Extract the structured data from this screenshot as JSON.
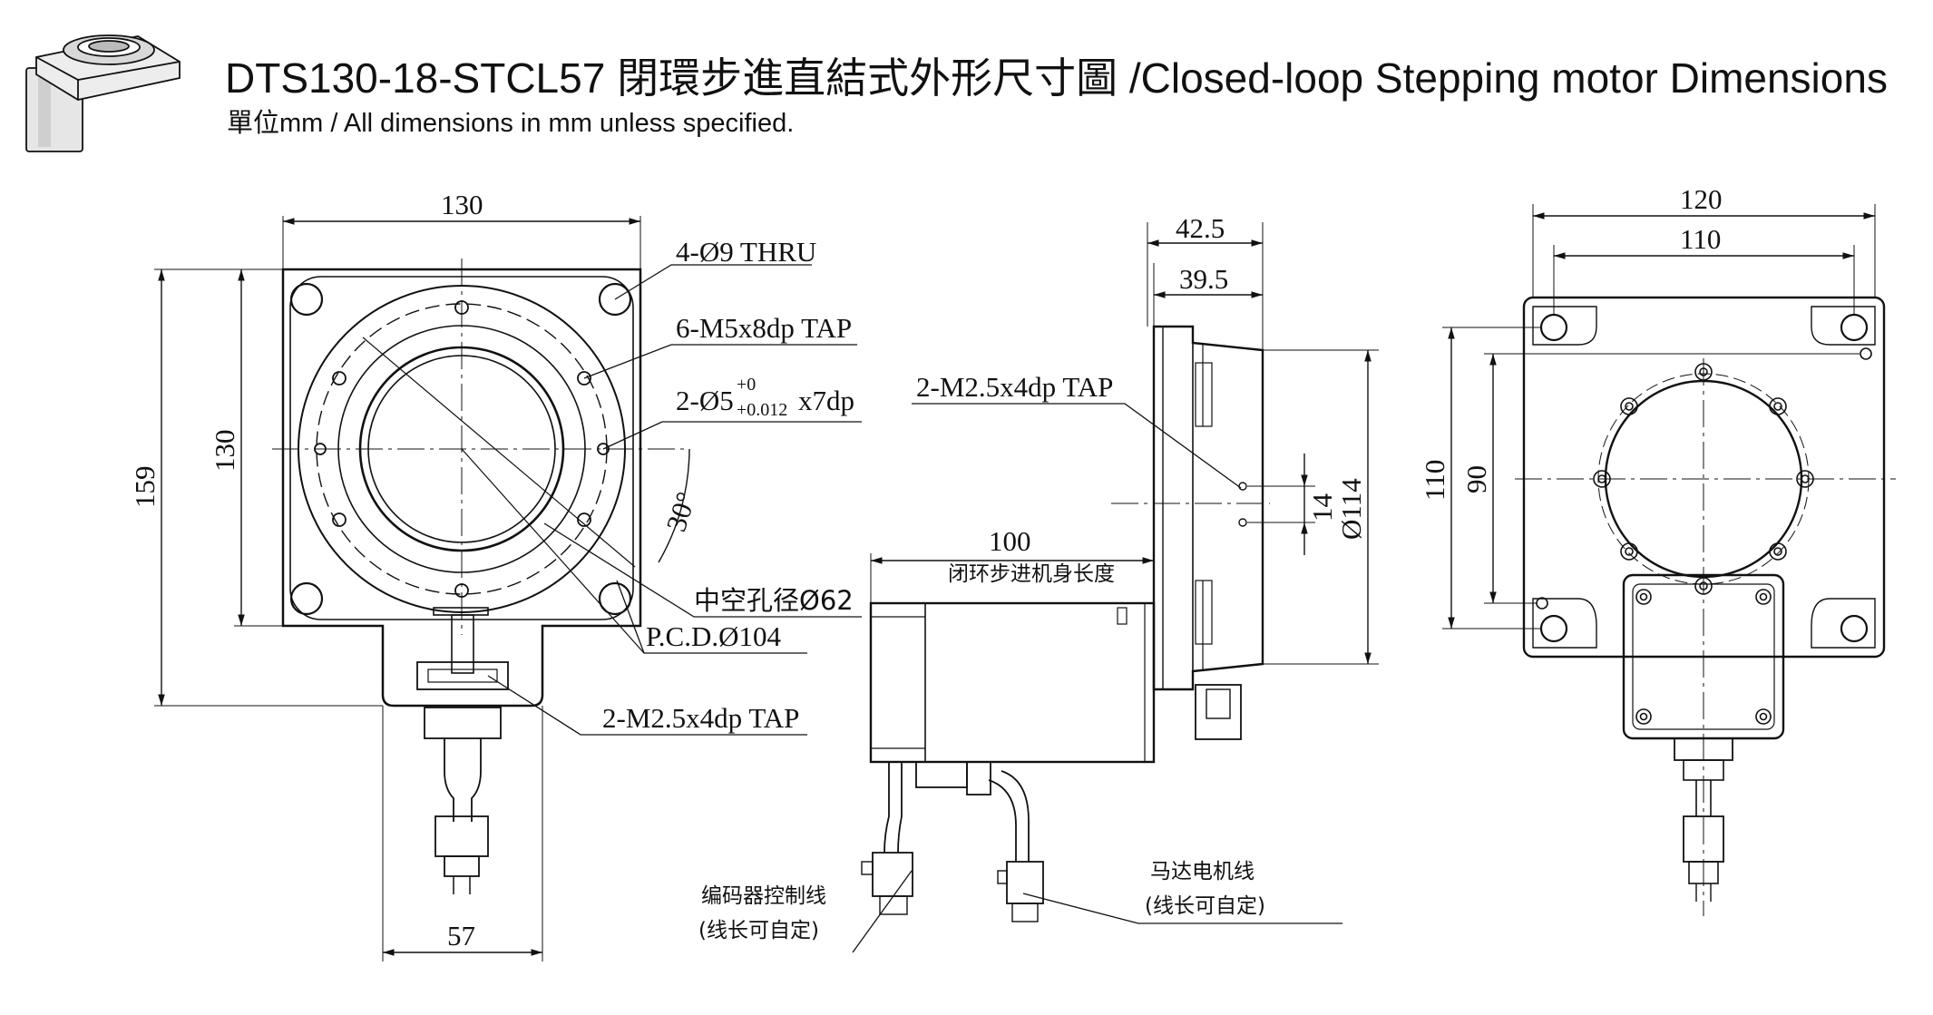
{
  "title": "DTS130-18-STCL57 閉環步進直結式外形尺寸圖  /Closed-loop Stepping motor Dimensions",
  "subtitle": "單位mm / All dimensions in mm unless specified.",
  "front_view": {
    "dim_width": "130",
    "dim_height_flange": "130",
    "dim_height_total": "159",
    "dim_bottom": "57",
    "angle": "30°",
    "callout_thru": "4-Ø9 THRU",
    "callout_tap": "6-M5x8dp TAP",
    "callout_pin_main": "2-Ø5",
    "callout_pin_tol_upper": "+0",
    "callout_pin_tol_lower": "+0.012",
    "callout_pin_depth": "x7dp",
    "callout_hollow": "中空孔径Ø62",
    "callout_pcd": "P.C.D.Ø104",
    "callout_m25": "2-M2.5x4dp TAP"
  },
  "side_view": {
    "dim_425": "42.5",
    "dim_395": "39.5",
    "callout_m25": "2-M2.5x4dp TAP",
    "dim_14": "14",
    "dim_dia114": "Ø114",
    "dim_100": "100",
    "length_note": "闭环步进机身长度",
    "encoder_line": "编码器控制线",
    "encoder_line_note": "(线长可自定)",
    "motor_line": "马达电机线",
    "motor_line_note": "(线长可自定)"
  },
  "back_view": {
    "dim_120": "120",
    "dim_110_top": "110",
    "dim_110_left": "110",
    "dim_90": "90"
  }
}
